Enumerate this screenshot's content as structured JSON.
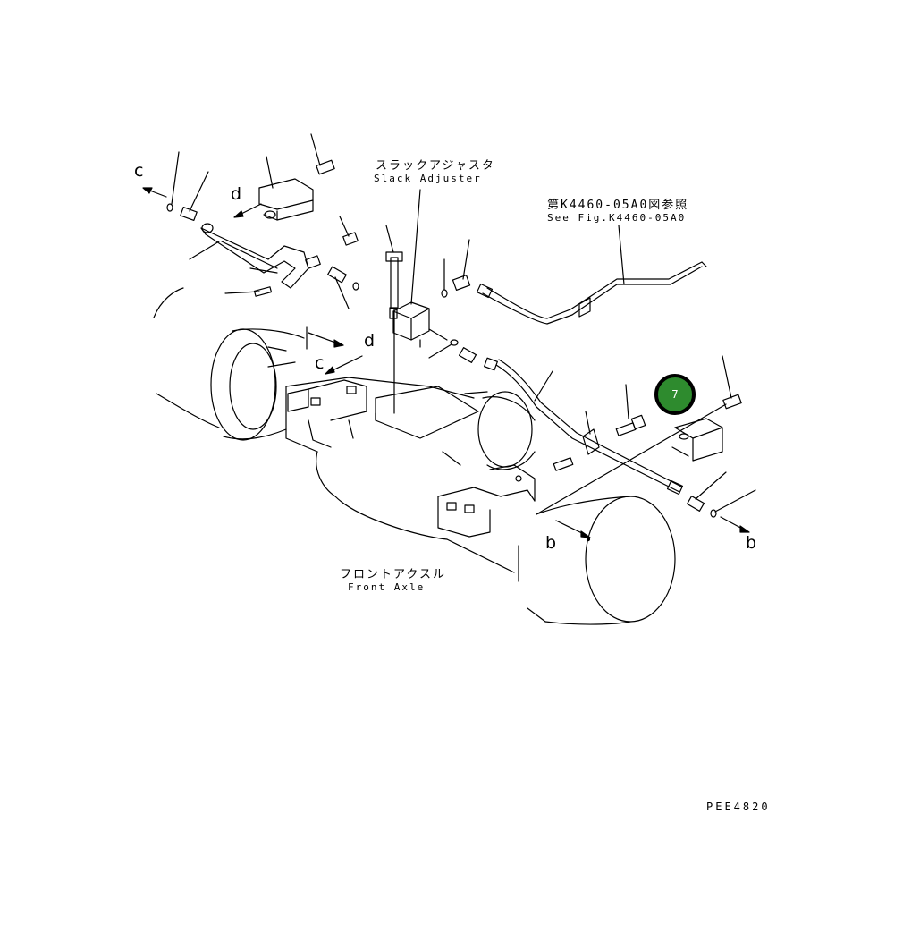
{
  "labels": {
    "slack_adjuster_jp": "スラックアジャスタ",
    "slack_adjuster_en": "Slack Adjuster",
    "see_fig_jp": "第K4460-05A0図参照",
    "see_fig_en": "See Fig.K4460-05A0",
    "front_axle_jp": "フロントアクスル",
    "front_axle_en": "Front Axle",
    "drawing_code": "PEE4820"
  },
  "arrow_labels": {
    "c_top": "c",
    "d_top": "d",
    "d_mid": "d",
    "c_mid": "c",
    "b_mid": "b",
    "b_right": "b"
  },
  "callouts": [
    {
      "number": "7",
      "color": "#2e8b2e"
    }
  ]
}
